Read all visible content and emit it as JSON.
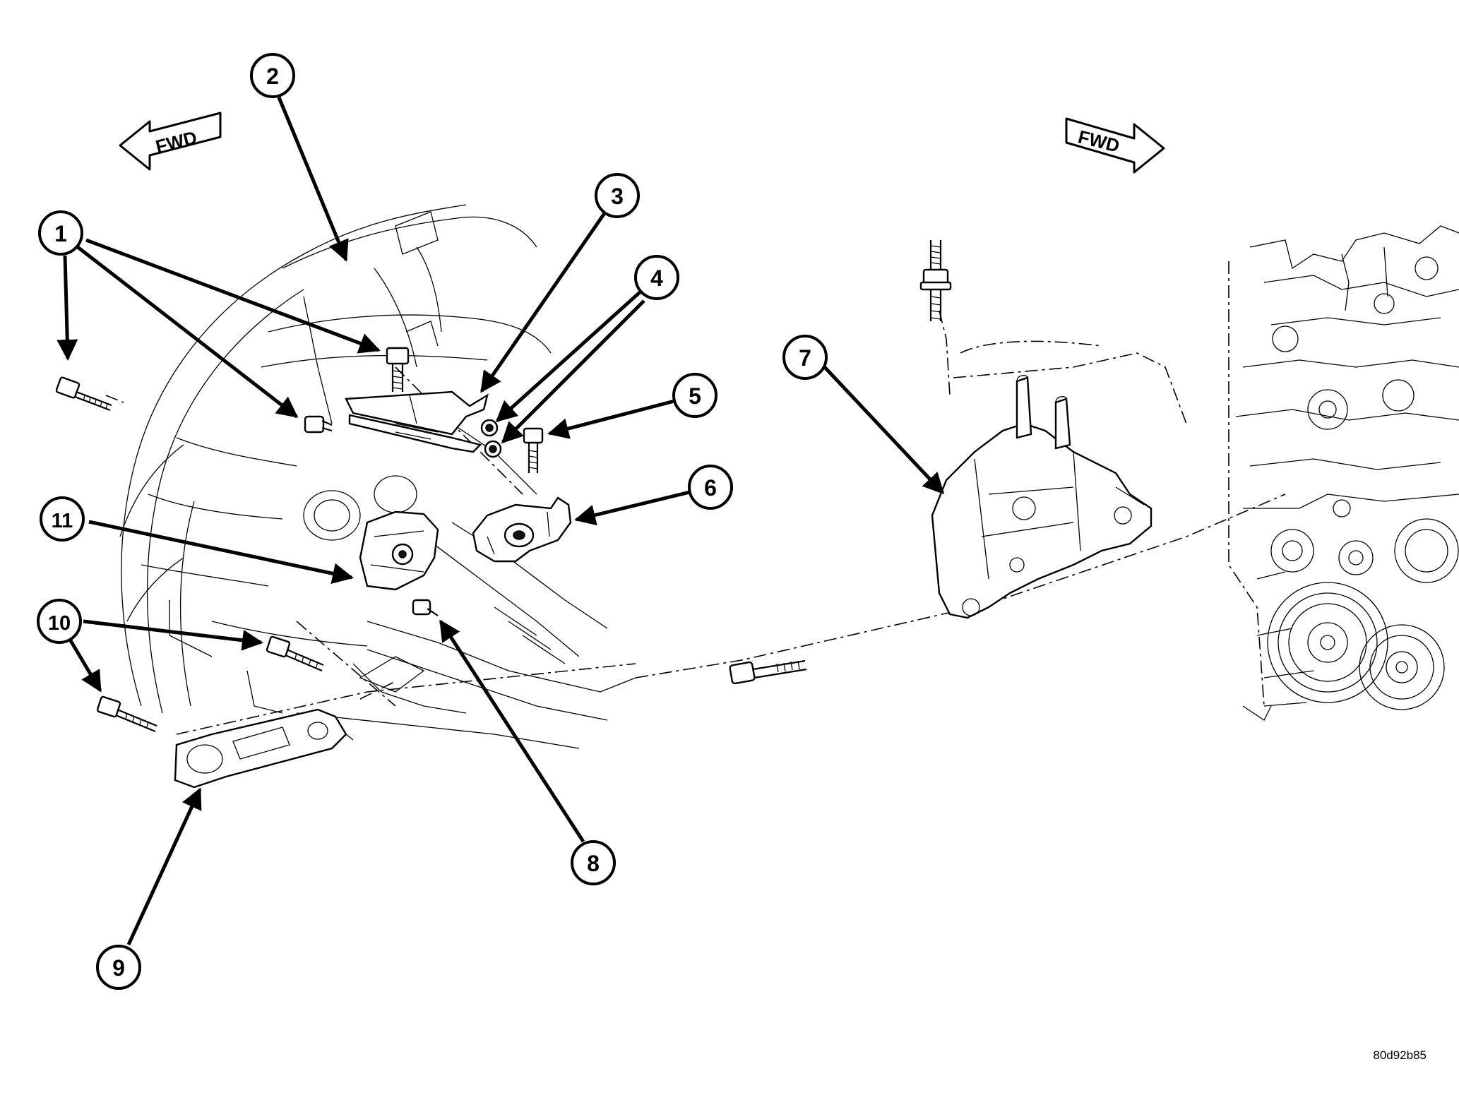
{
  "figure_id": "80d92b85",
  "fwd_labels": {
    "left": "FWD",
    "right": "FWD"
  },
  "callouts": [
    {
      "id": "callout-1",
      "label": "1"
    },
    {
      "id": "callout-2",
      "label": "2"
    },
    {
      "id": "callout-3",
      "label": "3"
    },
    {
      "id": "callout-4",
      "label": "4"
    },
    {
      "id": "callout-5",
      "label": "5"
    },
    {
      "id": "callout-6",
      "label": "6"
    },
    {
      "id": "callout-7",
      "label": "7"
    },
    {
      "id": "callout-8",
      "label": "8"
    },
    {
      "id": "callout-9",
      "label": "9"
    },
    {
      "id": "callout-10",
      "label": "10"
    },
    {
      "id": "callout-11",
      "label": "11"
    }
  ]
}
